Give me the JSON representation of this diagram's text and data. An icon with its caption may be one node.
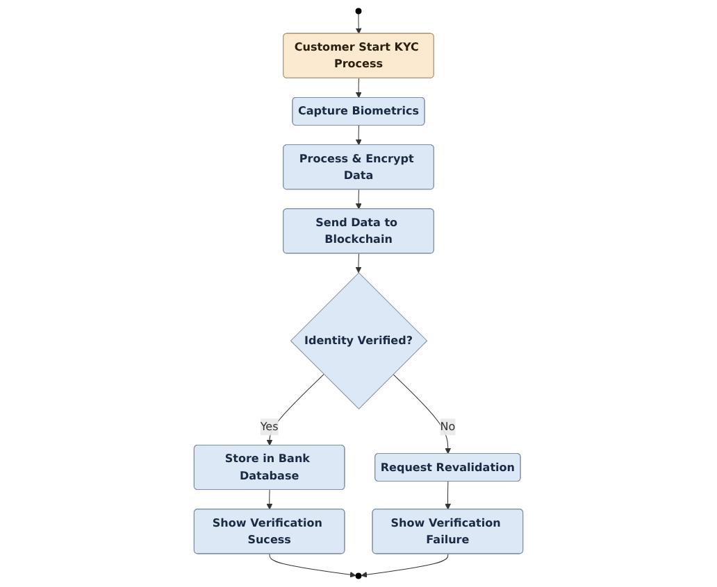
{
  "diagram": {
    "nodes": [
      {
        "text": [],
        "shape": "circle"
      },
      {
        "text": [
          "Customer Start KYC Process"
        ]
      },
      {
        "text": [
          "Capture Biometrics"
        ]
      },
      {
        "text": [
          "Process & Encrypt Data"
        ]
      },
      {
        "text": [
          "Send Data to Blockchain"
        ]
      },
      {
        "text": [
          "Identity Verified?"
        ]
      },
      {
        "text": [
          "Store in Bank Database"
        ]
      },
      {
        "text": [
          "Request Revalidation"
        ]
      },
      {
        "text": [
          "Show Verification Sucess"
        ]
      },
      {
        "text": [
          "Show Verification Failure"
        ]
      },
      {
        "text": [],
        "shape": "circle"
      }
    ],
    "edges": [
      {
        "from": 0,
        "to": 1,
        "arrow": "to"
      },
      {
        "from": 1,
        "to": 2,
        "arrow": "to"
      },
      {
        "from": 2,
        "to": 3,
        "arrow": "to"
      },
      {
        "from": 3,
        "to": 4,
        "arrow": "to"
      },
      {
        "from": 4,
        "to": 5,
        "arrow": "to"
      },
      {
        "from": 5,
        "to": 6,
        "label": "Yes",
        "arrow": "to"
      },
      {
        "from": 5,
        "to": 7,
        "label": "No",
        "arrow": "to"
      },
      {
        "from": 6,
        "to": 8,
        "arrow": "to"
      },
      {
        "from": 7,
        "to": 9,
        "arrow": "to"
      },
      {
        "from": 8,
        "to": 10,
        "arrow": "to"
      },
      {
        "from": 9,
        "to": 10,
        "arrow": "to"
      }
    ]
  }
}
